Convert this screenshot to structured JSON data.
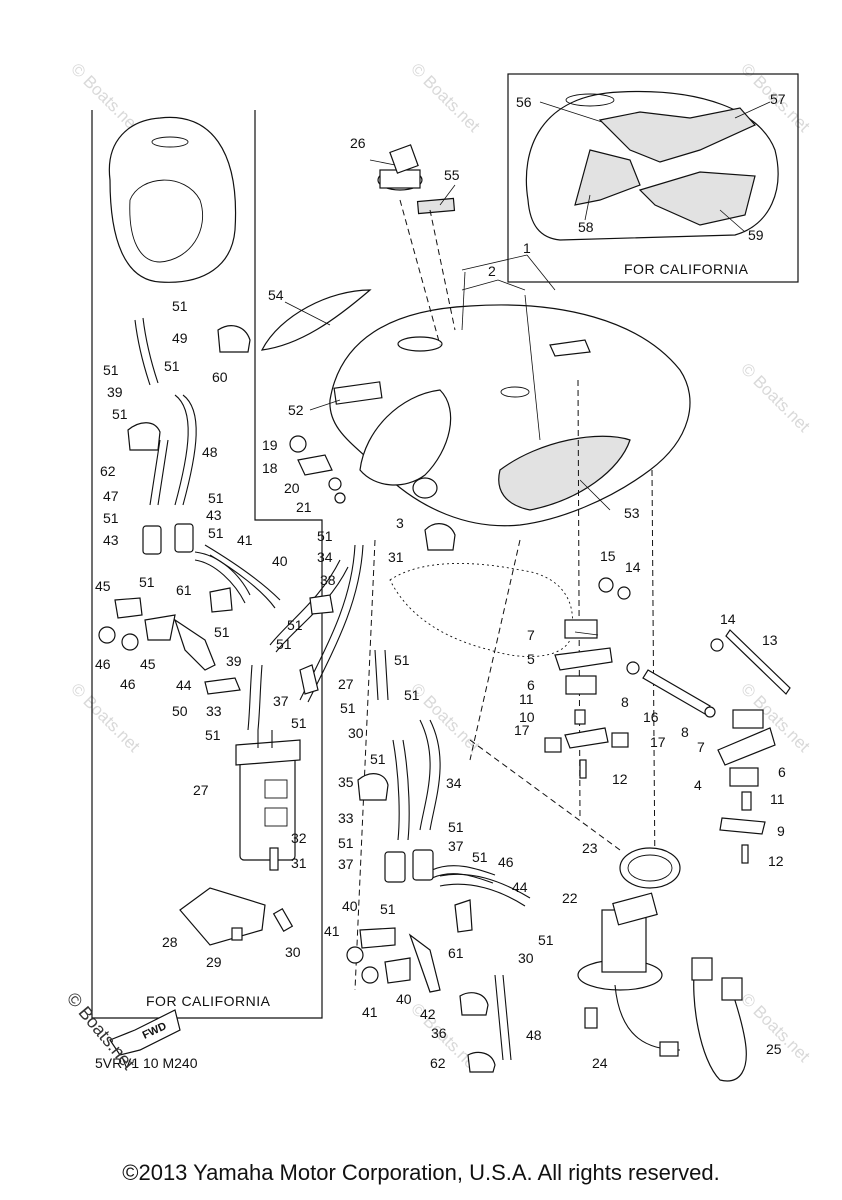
{
  "copyright": "©2013 Yamaha Motor Corporation, U.S.A. All rights reserved.",
  "diagram_code": "5VRV1 10 M240",
  "watermark": "© Boats.net",
  "fwd_label": "FWD",
  "california_note_right": "FOR CALIFORNIA",
  "california_note_left": "FOR CALIFORNIA",
  "callouts": {
    "c1": "1",
    "c2": "2",
    "c3": "3",
    "c4": "4",
    "c5": "5",
    "c6a": "6",
    "c6b": "6",
    "c7a": "7",
    "c7b": "7",
    "c8a": "8",
    "c8b": "8",
    "c9": "9",
    "c10": "10",
    "c11a": "11",
    "c11b": "11",
    "c12a": "12",
    "c12b": "12",
    "c13": "13",
    "c14a": "14",
    "c14b": "14",
    "c15": "15",
    "c16": "16",
    "c17a": "17",
    "c17b": "17",
    "c18": "18",
    "c19": "19",
    "c20": "20",
    "c21": "21",
    "c22": "22",
    "c23": "23",
    "c24": "24",
    "c25": "25",
    "c26": "26",
    "c27a": "27",
    "c27b": "27",
    "c28": "28",
    "c29": "29",
    "c30a": "30",
    "c30b": "30",
    "c30c": "30",
    "c31a": "31",
    "c31b": "31",
    "c32": "32",
    "c33a": "33",
    "c33b": "33",
    "c34": "34",
    "c34b": "34",
    "c35": "35",
    "c36": "36",
    "c37a": "37",
    "c37b": "37",
    "c37c": "37",
    "c38": "38",
    "c39a": "39",
    "c39b": "39",
    "c40a": "40",
    "c40b": "40",
    "c40c": "40",
    "c41a": "41",
    "c41b": "41",
    "c41c": "41",
    "c42": "42",
    "c43a": "43",
    "c43b": "43",
    "c44a": "44",
    "c44b": "44",
    "c45a": "45",
    "c45b": "45",
    "c46a": "46",
    "c46b": "46",
    "c46c": "46",
    "c47": "47",
    "c48a": "48",
    "c48b": "48",
    "c49": "49",
    "c50": "50",
    "c51_01": "51",
    "c51_02": "51",
    "c51_03": "51",
    "c51_04": "51",
    "c51_05": "51",
    "c51_06": "51",
    "c51_07": "51",
    "c51_08": "51",
    "c51_09": "51",
    "c51_10": "51",
    "c51_11": "51",
    "c51_12": "51",
    "c51_13": "51",
    "c51_14": "51",
    "c51_15": "51",
    "c51_16": "51",
    "c51_17": "51",
    "c51_18": "51",
    "c51_19": "51",
    "c51_20": "51",
    "c51_21": "51",
    "c51_22": "51",
    "c51_23": "51",
    "c52": "52",
    "c53": "53",
    "c54": "54",
    "c55": "55",
    "c56": "56",
    "c57": "57",
    "c58": "58",
    "c59": "59",
    "c60": "60",
    "c61a": "61",
    "c61b": "61",
    "c62a": "62",
    "c62b": "62"
  }
}
